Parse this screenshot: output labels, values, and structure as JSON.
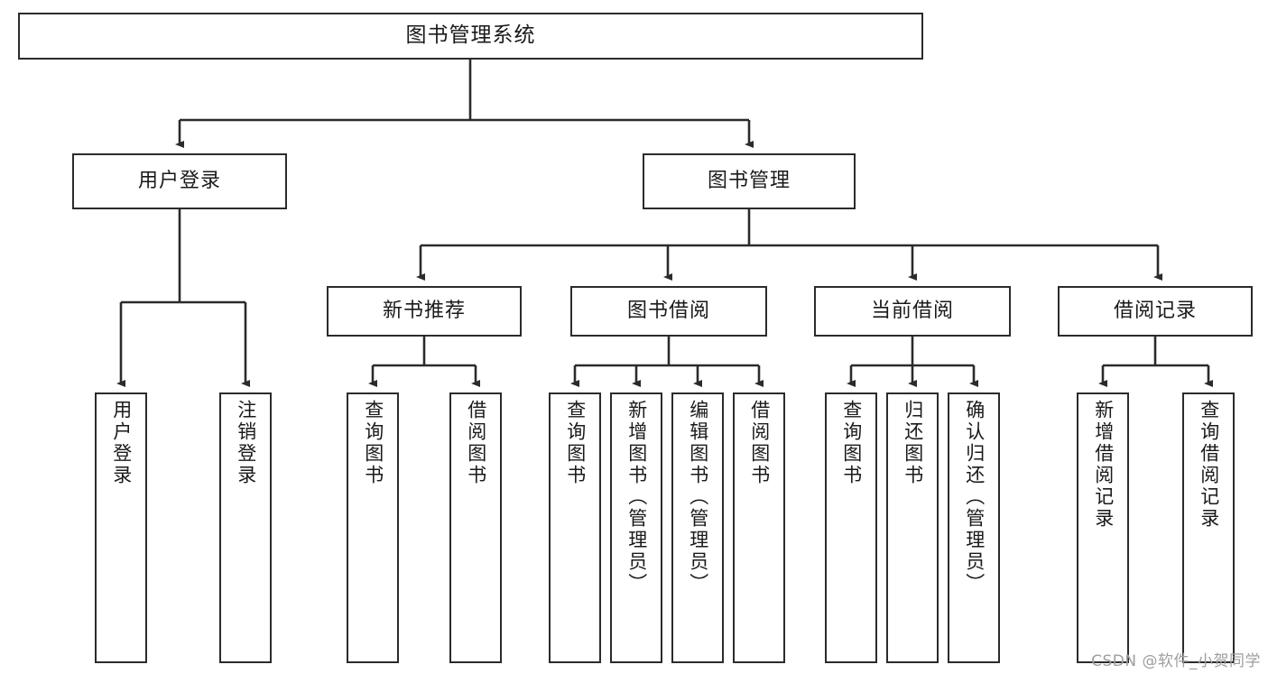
{
  "diagram": {
    "title": "图书管理系统",
    "type": "tree",
    "watermark": "CSDN @软件_小贺同学",
    "root": {
      "label": "图书管理系统"
    },
    "level2": [
      {
        "id": "user-login",
        "label": "用户登录"
      },
      {
        "id": "book-manage",
        "label": "图书管理"
      }
    ],
    "level3": [
      {
        "id": "new-book-recommend",
        "label": "新书推荐",
        "parent": "book-manage"
      },
      {
        "id": "book-borrow",
        "label": "图书借阅",
        "parent": "book-manage"
      },
      {
        "id": "current-borrow",
        "label": "当前借阅",
        "parent": "book-manage"
      },
      {
        "id": "borrow-record",
        "label": "借阅记录",
        "parent": "book-manage"
      }
    ],
    "leaves": [
      {
        "id": "leaf-user-login",
        "label": "用户登录",
        "parent": "user-login"
      },
      {
        "id": "leaf-user-logout",
        "label": "注销登录",
        "parent": "user-login"
      },
      {
        "id": "leaf-query-book-1",
        "label": "查询图书",
        "parent": "new-book-recommend"
      },
      {
        "id": "leaf-borrow-book-1",
        "label": "借阅图书",
        "parent": "new-book-recommend"
      },
      {
        "id": "leaf-query-book-2",
        "label": "查询图书",
        "parent": "book-borrow"
      },
      {
        "id": "leaf-add-book",
        "label": "新增图书（管理员）",
        "parent": "book-borrow"
      },
      {
        "id": "leaf-edit-book",
        "label": "编辑图书（管理员）",
        "parent": "book-borrow"
      },
      {
        "id": "leaf-borrow-book-2",
        "label": "借阅图书",
        "parent": "book-borrow"
      },
      {
        "id": "leaf-query-book-3",
        "label": "查询图书",
        "parent": "current-borrow"
      },
      {
        "id": "leaf-return-book",
        "label": "归还图书",
        "parent": "current-borrow"
      },
      {
        "id": "leaf-confirm-return",
        "label": "确认归还（管理员）",
        "parent": "current-borrow"
      },
      {
        "id": "leaf-add-record",
        "label": "新增借阅记录",
        "parent": "borrow-record"
      },
      {
        "id": "leaf-query-record",
        "label": "查询借阅记录",
        "parent": "borrow-record"
      }
    ],
    "colors": {
      "stroke": "#2b2b2b",
      "fill": "#ffffff",
      "text": "#1a1a1a",
      "watermark": "#9e9e9e"
    }
  }
}
